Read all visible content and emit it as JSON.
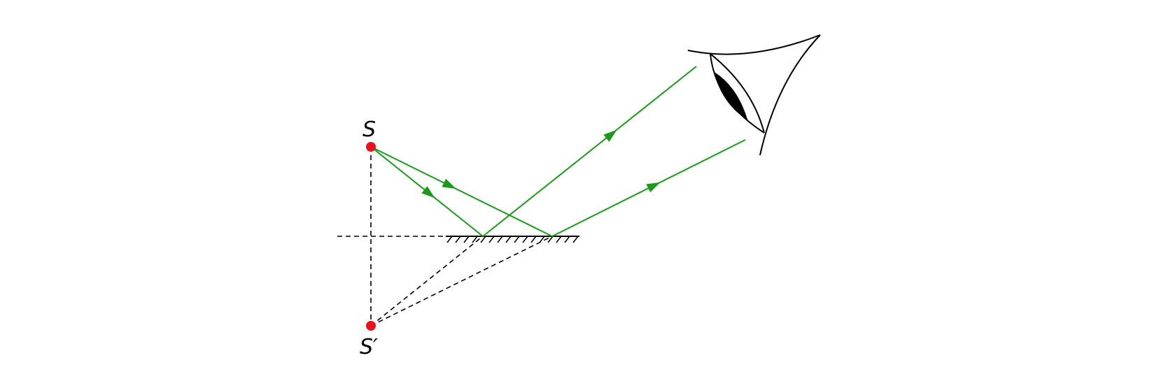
{
  "labels": {
    "source": "S",
    "image": "S′"
  },
  "colors": {
    "ray": "#1a9a1a",
    "point": "#e8121a",
    "construction": "#000000",
    "mirror": "#000000",
    "eye": "#000000"
  },
  "icons": {
    "eye": "eye-icon",
    "mirror": "plane-mirror"
  }
}
